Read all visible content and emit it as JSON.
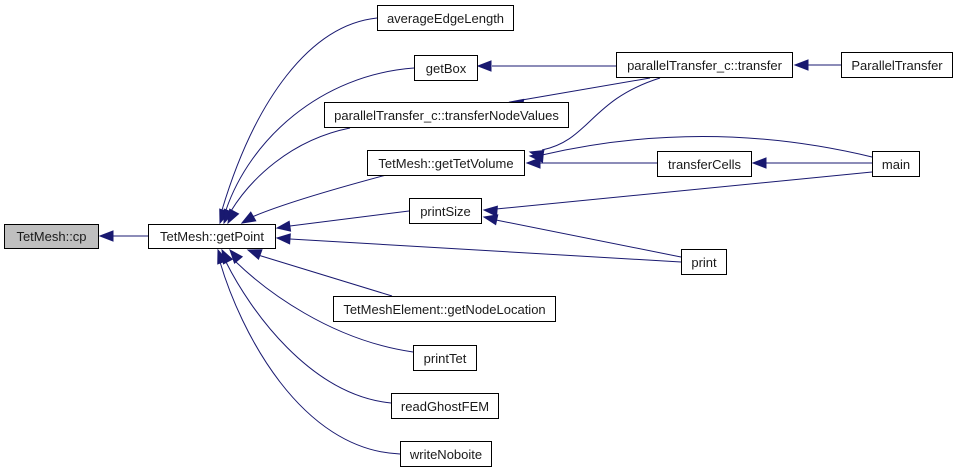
{
  "title": "TetMesh::cp caller graph",
  "colors": {
    "edge": "#191970",
    "root_fill": "#bfbfbf",
    "node_fill": "#ffffff",
    "border": "#000000"
  },
  "nodes": [
    {
      "id": "cp",
      "label": "TetMesh::cp",
      "root": true
    },
    {
      "id": "getPoint",
      "label": "TetMesh::getPoint"
    },
    {
      "id": "averageEdgeLength",
      "label": "averageEdgeLength"
    },
    {
      "id": "getBox",
      "label": "getBox"
    },
    {
      "id": "transferNodeValues",
      "label": "parallelTransfer_c::transferNodeValues"
    },
    {
      "id": "getTetVolume",
      "label": "TetMesh::getTetVolume"
    },
    {
      "id": "printSize",
      "label": "printSize"
    },
    {
      "id": "getNodeLocation",
      "label": "TetMeshElement::getNodeLocation"
    },
    {
      "id": "printTet",
      "label": "printTet"
    },
    {
      "id": "readGhostFEM",
      "label": "readGhostFEM"
    },
    {
      "id": "writeNoboite",
      "label": "writeNoboite"
    },
    {
      "id": "transfer",
      "label": "parallelTransfer_c::transfer"
    },
    {
      "id": "transferCells",
      "label": "transferCells"
    },
    {
      "id": "print",
      "label": "print"
    },
    {
      "id": "ParallelTransfer",
      "label": "ParallelTransfer"
    },
    {
      "id": "main",
      "label": "main"
    }
  ],
  "edges": [
    {
      "from": "getPoint",
      "to": "cp"
    },
    {
      "from": "averageEdgeLength",
      "to": "getPoint"
    },
    {
      "from": "getBox",
      "to": "getPoint"
    },
    {
      "from": "transferNodeValues",
      "to": "getPoint"
    },
    {
      "from": "getTetVolume",
      "to": "getPoint"
    },
    {
      "from": "printSize",
      "to": "getPoint"
    },
    {
      "from": "print",
      "to": "getPoint"
    },
    {
      "from": "getNodeLocation",
      "to": "getPoint"
    },
    {
      "from": "printTet",
      "to": "getPoint"
    },
    {
      "from": "readGhostFEM",
      "to": "getPoint"
    },
    {
      "from": "writeNoboite",
      "to": "getPoint"
    },
    {
      "from": "transfer",
      "to": "getBox"
    },
    {
      "from": "transfer",
      "to": "transferNodeValues"
    },
    {
      "from": "transfer",
      "to": "getTetVolume"
    },
    {
      "from": "main",
      "to": "getTetVolume"
    },
    {
      "from": "transferCells",
      "to": "getTetVolume"
    },
    {
      "from": "main",
      "to": "printSize"
    },
    {
      "from": "print",
      "to": "printSize"
    },
    {
      "from": "ParallelTransfer",
      "to": "transfer"
    },
    {
      "from": "main",
      "to": "transferCells"
    }
  ]
}
